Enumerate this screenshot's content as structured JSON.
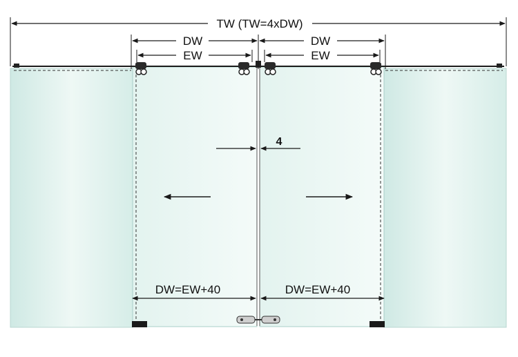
{
  "dimensions": {
    "total_width_label": "TW (TW=4xDW)",
    "door_width_left_label": "DW",
    "door_width_right_label": "DW",
    "entry_width_left_label": "EW",
    "entry_width_right_label": "EW",
    "gap_label": "4",
    "formula_left_label": "DW=EW+40",
    "formula_right_label": "DW=EW+40"
  },
  "colors": {
    "glass_light": "#eaf6f2",
    "glass_mid": "#d4ece6",
    "glass_edge": "#b6d8d2",
    "line": "#1a1a1a",
    "hardware": "#2a2a2a"
  },
  "arrows": {
    "left_door_direction": "left",
    "right_door_direction": "right"
  }
}
